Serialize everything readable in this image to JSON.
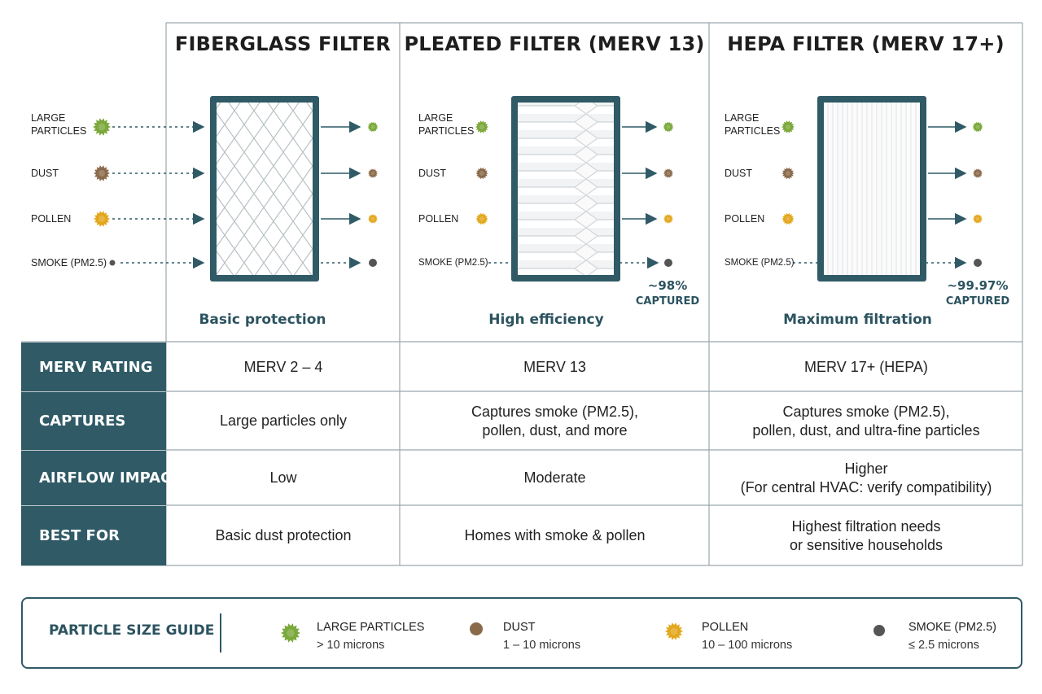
{
  "colors": {
    "teal": "#2f5a66",
    "teal_text": "#2c5360",
    "large_particle": "#7aa83a",
    "dust_particle": "#8a6a4a",
    "pollen_particle": "#e3a71c",
    "smoke_particle": "#555555"
  },
  "particles": {
    "large": "LARGE\nPARTICLES",
    "dust": "DUST",
    "pollen": "POLLEN",
    "smoke": "SMOKE (PM2.5)"
  },
  "filters": [
    {
      "title": "FIBERGLASS FILTER",
      "caption": "Basic protection",
      "captured_pct": "",
      "captured_label": ""
    },
    {
      "title": "PLEATED FILTER (MERV 13)",
      "caption": "High efficiency",
      "captured_pct": "~98%",
      "captured_label": "CAPTURED"
    },
    {
      "title": "HEPA FILTER (MERV 17+)",
      "caption": "Maximum filtration",
      "captured_pct": "~99.97%",
      "captured_label": "CAPTURED"
    }
  ],
  "table": {
    "rows": [
      {
        "header": "MERV RATING",
        "cells": [
          "MERV 2 – 4",
          "MERV 13",
          "MERV 17+ (HEPA)"
        ]
      },
      {
        "header": "CAPTURES",
        "cells": [
          "Large particles only",
          "Captures smoke (PM2.5),\npollen, dust, and more",
          "Captures smoke (PM2.5),\npollen, dust, and ultra-fine particles"
        ]
      },
      {
        "header": "AIRFLOW IMPACT",
        "cells": [
          "Low",
          "Moderate",
          "Higher\n(For central HVAC: verify compatibility)"
        ]
      },
      {
        "header": "BEST FOR",
        "cells": [
          "Basic dust protection",
          "Homes with smoke & pollen",
          "Highest filtration needs\nor sensitive households"
        ]
      }
    ]
  },
  "guide": {
    "title": "PARTICLE SIZE GUIDE",
    "items": [
      {
        "name": "LARGE PARTICLES",
        "size": "> 10 microns"
      },
      {
        "name": "DUST",
        "size": "1 – 10 microns"
      },
      {
        "name": "POLLEN",
        "size": "10 – 100 microns"
      },
      {
        "name": "SMOKE (PM2.5)",
        "size": "≤ 2.5 microns"
      }
    ]
  }
}
